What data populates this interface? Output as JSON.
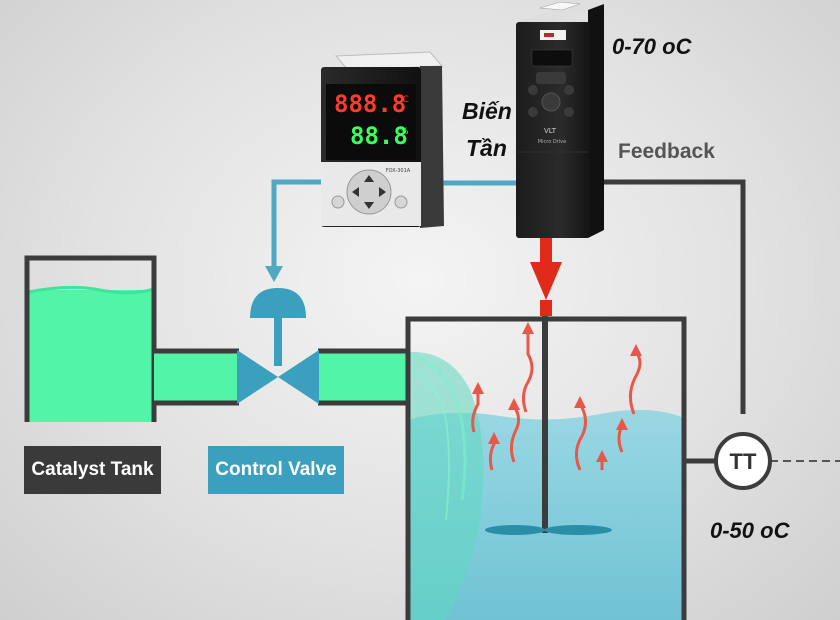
{
  "labels": {
    "catalyst_tank": "Catalyst Tank",
    "control_valve": "Control Valve",
    "feedback": "Feedback",
    "inverter_line1": "Biến",
    "inverter_line2": "Tần",
    "inverter_range": "0-70 oC",
    "transmitter_range": "0-50 oC"
  },
  "transmitter": {
    "tag": "TT"
  },
  "controller": {
    "display_top": "888.8",
    "display_bottom": "88.8",
    "unit_top": "°C",
    "unit_bottom": "%",
    "model": "FOX-301A"
  },
  "inverter": {
    "brand_text": "VLT",
    "model_text": "Micro Drive"
  },
  "colors": {
    "pipe_signal": "#4fa8c4",
    "catalyst_liquid": "#52f5a8",
    "tank_water": "#7ccedb",
    "valve": "#3aa0bd",
    "label_dark": "#3a3a3a",
    "label_teal": "#3aa0bd",
    "arrow_red": "#e02a1a",
    "heat_arrow": "#e8584a",
    "frame": "#3c3c3c"
  }
}
